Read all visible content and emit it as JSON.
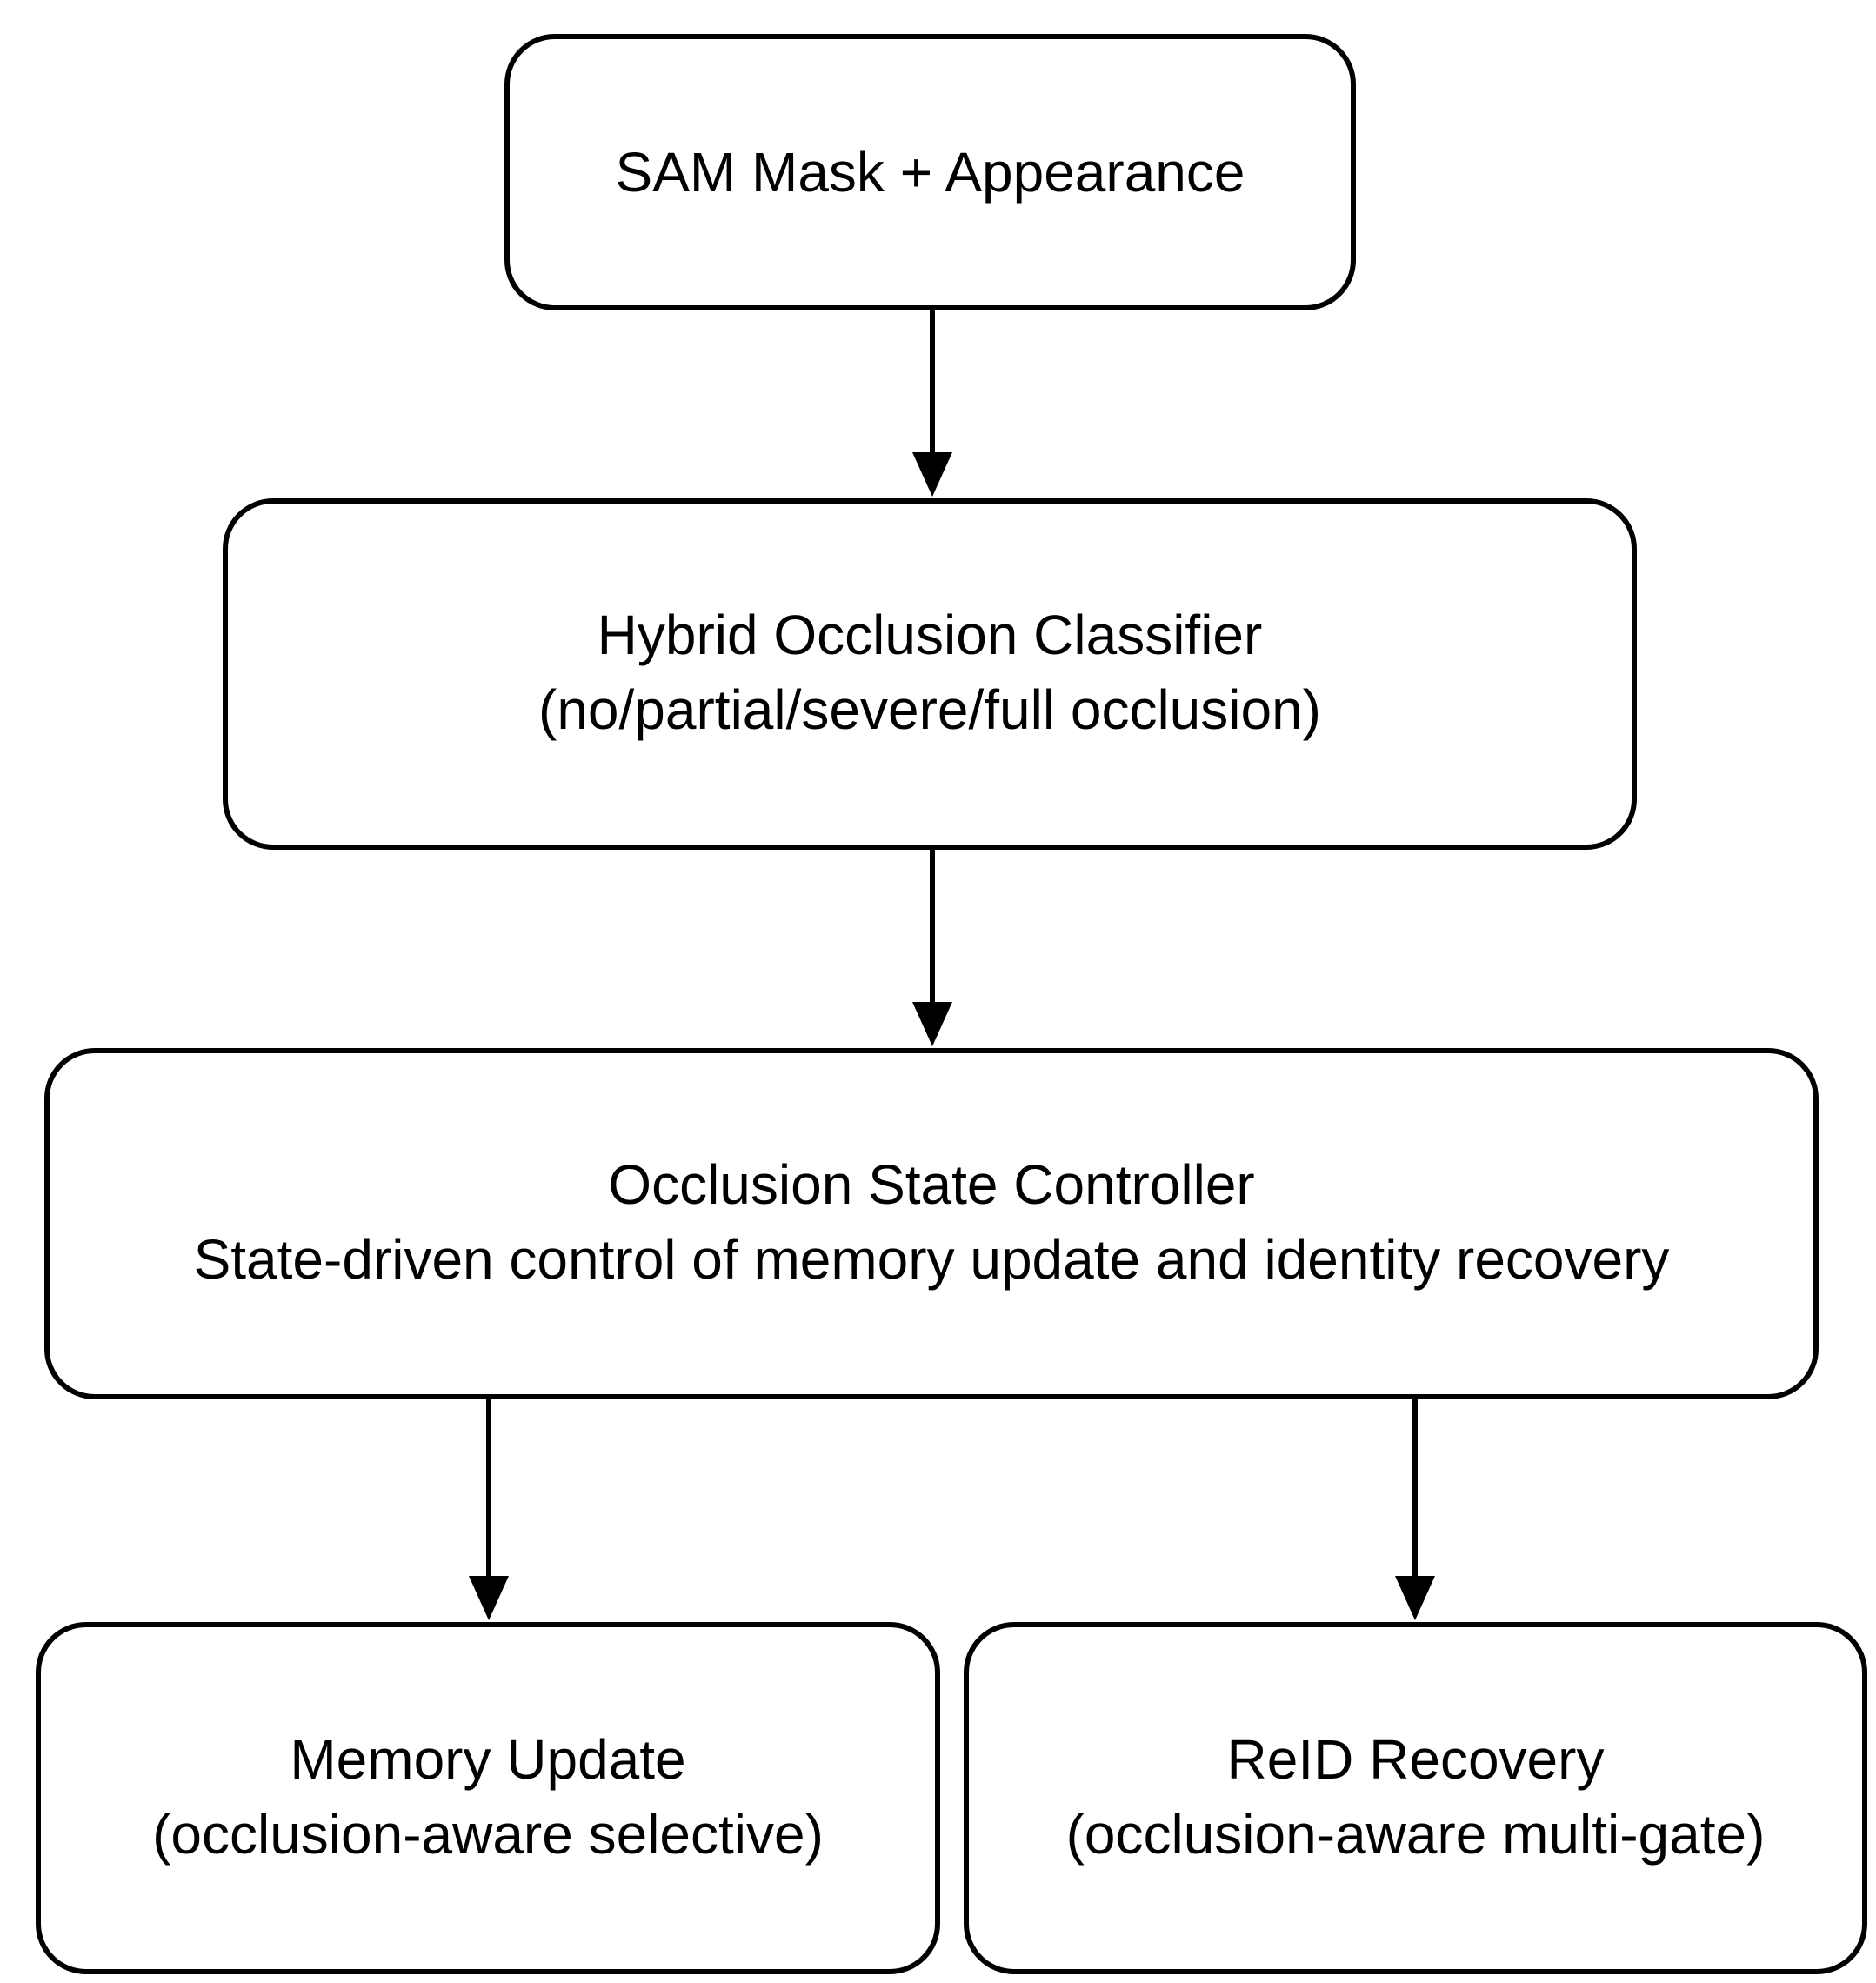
{
  "diagram": {
    "nodes": {
      "sam": {
        "line1": "SAM Mask + Appearance"
      },
      "classifier": {
        "line1": "Hybrid Occlusion Classifier",
        "line2": "(no/partial/severe/full occlusion)"
      },
      "controller": {
        "line1": "Occlusion State Controller",
        "line2": "State-driven control of memory update and identity recovery"
      },
      "memory": {
        "line1": "Memory Update",
        "line2": "(occlusion-aware selective)"
      },
      "reid": {
        "line1": "ReID Recovery",
        "line2": "(occlusion-aware multi-gate)"
      }
    },
    "edges": [
      {
        "from": "sam",
        "to": "classifier"
      },
      {
        "from": "classifier",
        "to": "controller"
      },
      {
        "from": "controller",
        "to": "memory"
      },
      {
        "from": "controller",
        "to": "reid"
      }
    ],
    "colors": {
      "stroke": "#000000",
      "background": "#ffffff",
      "text": "#000000"
    }
  }
}
